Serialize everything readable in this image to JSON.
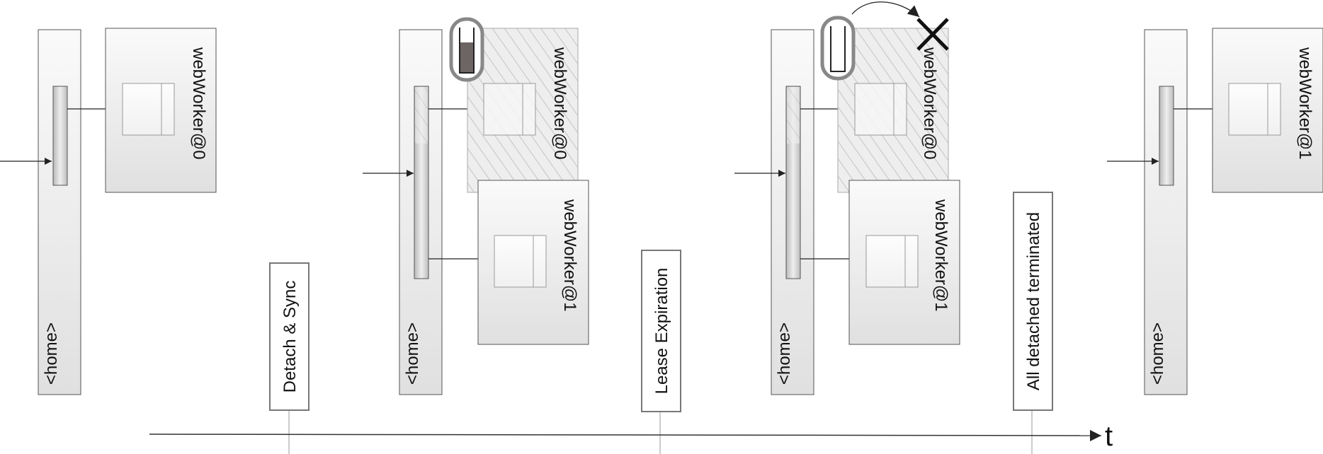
{
  "diagram": {
    "axis_label": "t",
    "events": [
      {
        "label": "Detach & Sync"
      },
      {
        "label": "Lease Expiration"
      },
      {
        "label": "All detached terminated"
      }
    ],
    "stages": [
      {
        "home_label": "<home>",
        "workers": [
          "webWorker@0"
        ]
      },
      {
        "home_label": "<home>",
        "workers": [
          "webWorker@0",
          "webWorker@1"
        ]
      },
      {
        "home_label": "<home>",
        "workers": [
          "webWorker@0",
          "webWorker@1"
        ]
      },
      {
        "home_label": "<home>",
        "workers": [
          "webWorker@1"
        ]
      }
    ],
    "colors": {
      "line": "#222222",
      "box_border": "#555555",
      "box_gradient_top": "#f9f9f9",
      "box_gradient_bottom": "#e2e2e2",
      "hatch": "#c9c9c9",
      "capsule_border": "#888888",
      "capsule_fill": "#6d6464"
    }
  }
}
